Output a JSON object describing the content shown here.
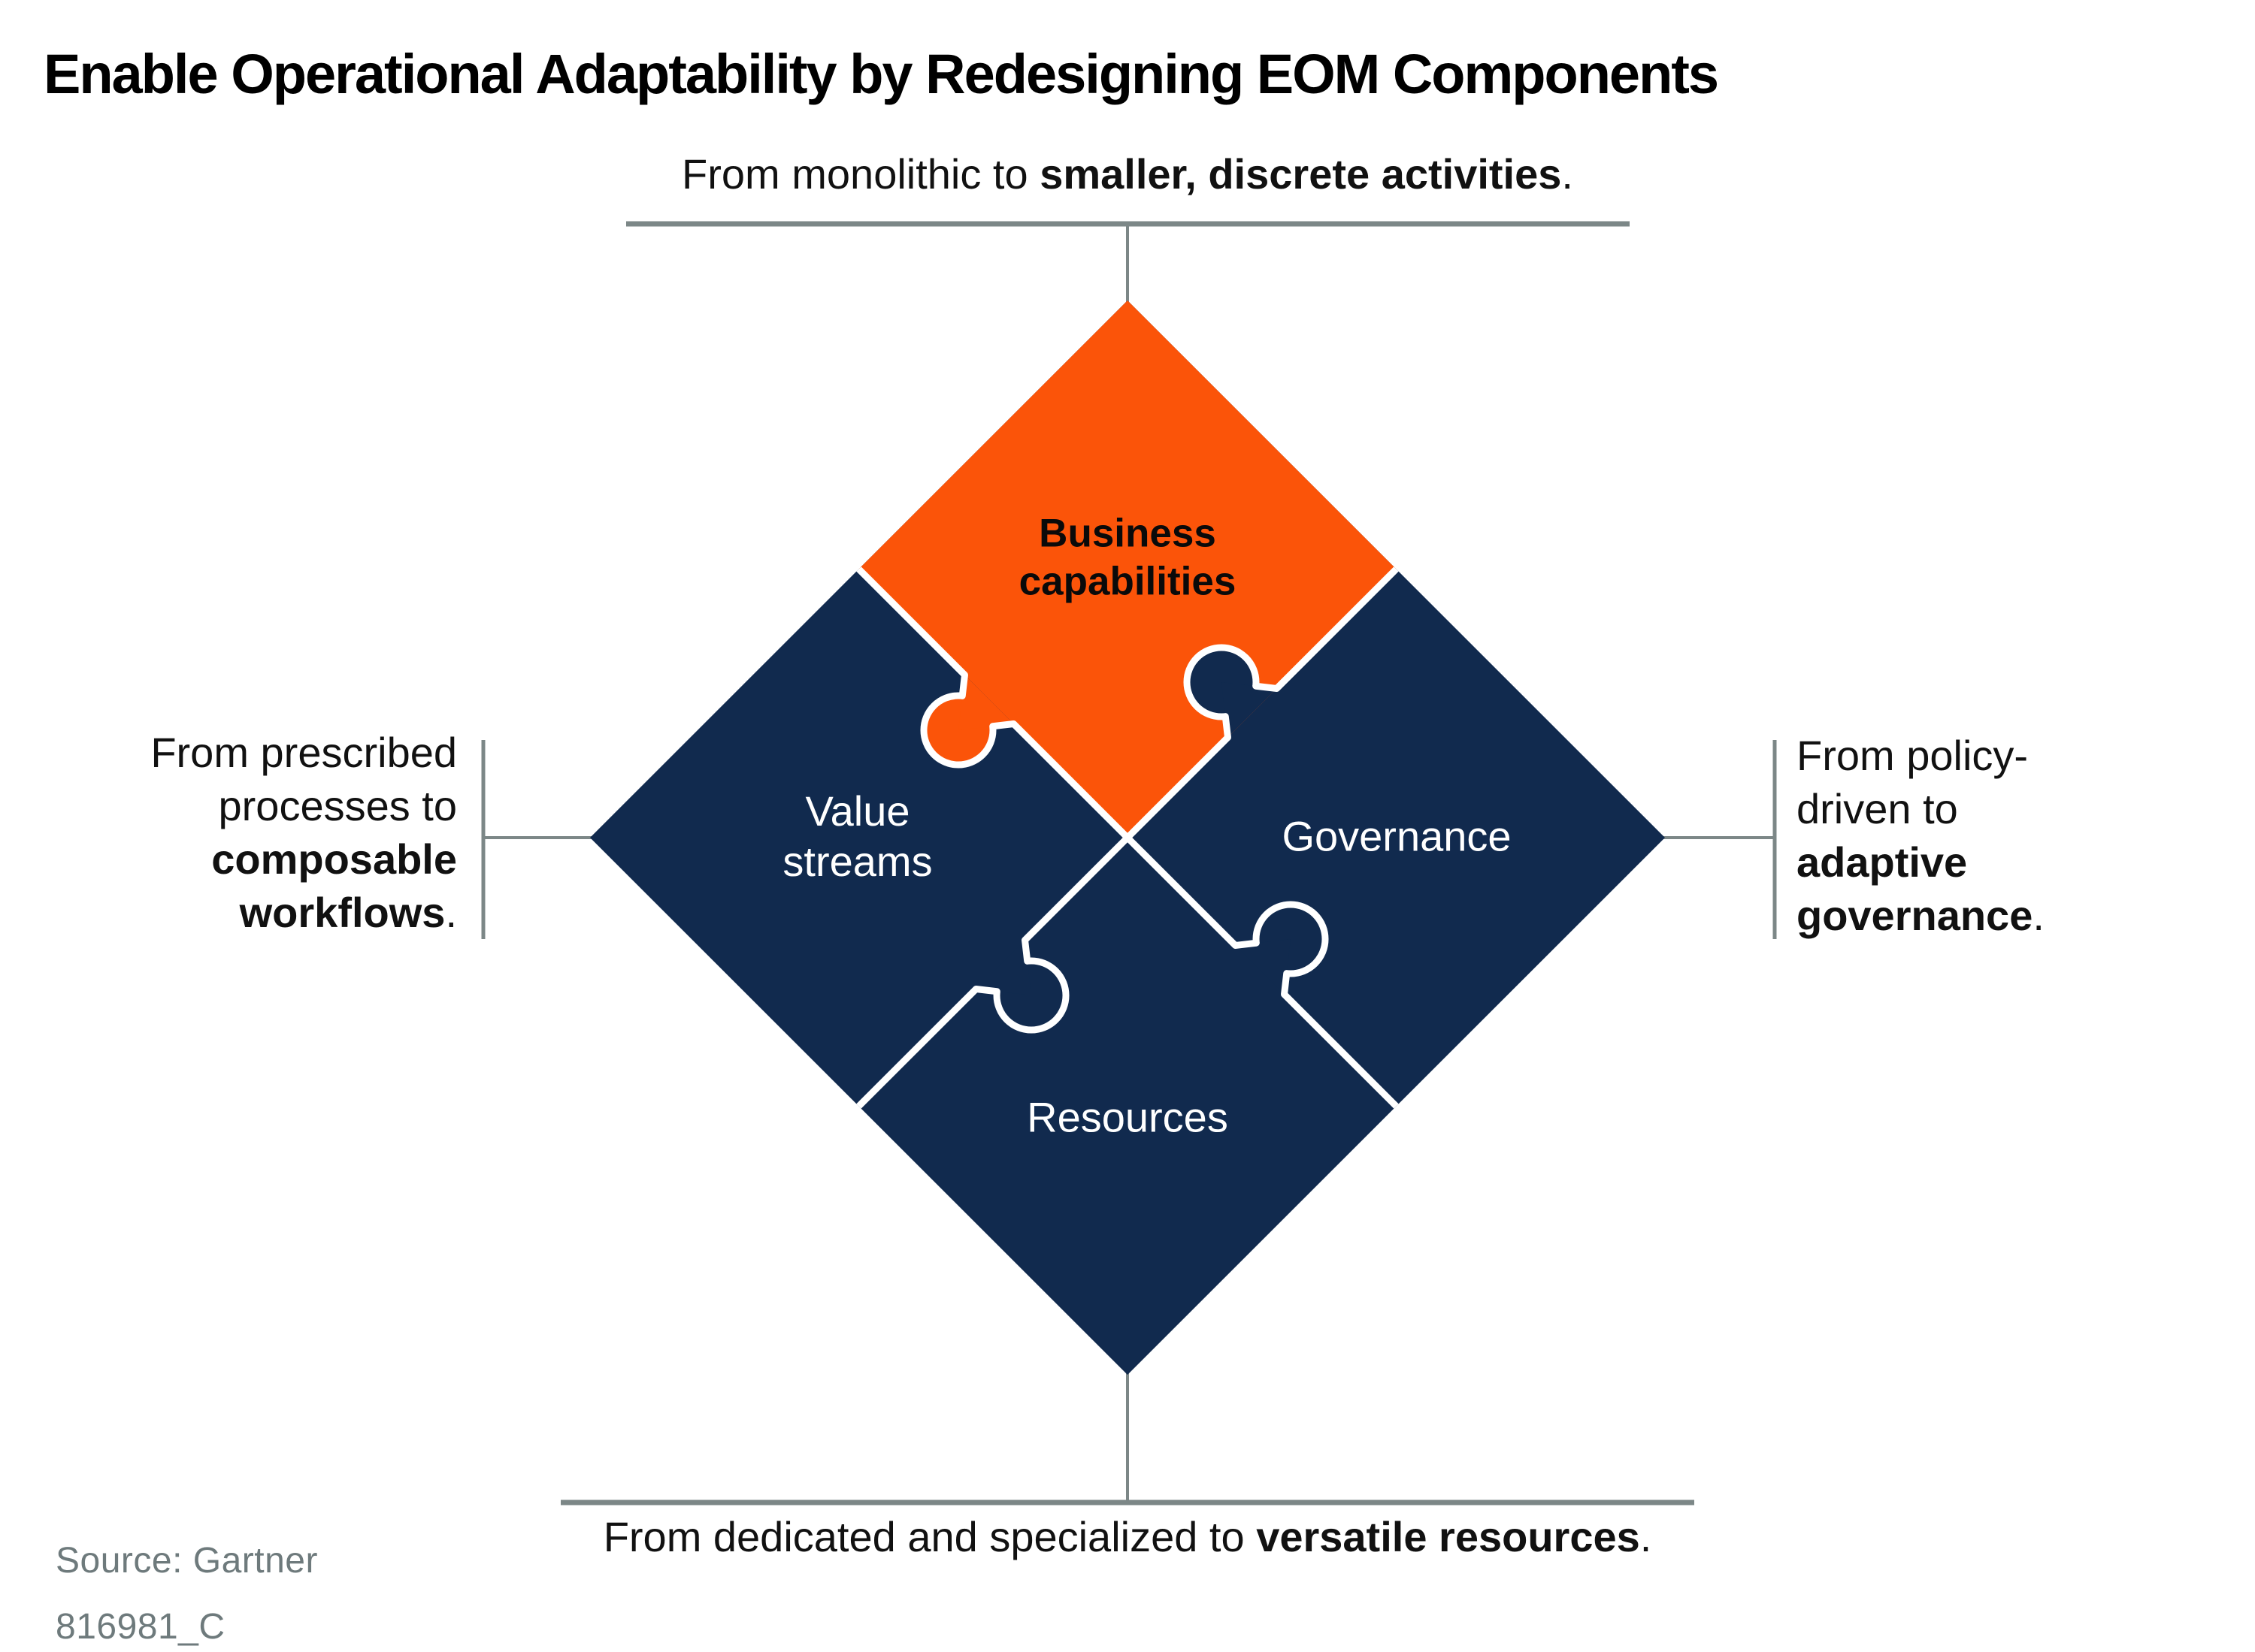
{
  "title": "Enable Operational Adaptability by Redesigning EOM Components",
  "captions": {
    "top": [
      {
        "t": "From monolithic to ",
        "b": false
      },
      {
        "t": "smaller, discrete activities",
        "b": true
      },
      {
        "t": ".",
        "b": false
      }
    ],
    "left": [
      {
        "t": "From prescribed processes to ",
        "b": false
      },
      {
        "t": "composable workflows",
        "b": true
      },
      {
        "t": ".",
        "b": false
      }
    ],
    "right": [
      {
        "t": "From policy-driven to ",
        "b": false
      },
      {
        "t": "adaptive governance",
        "b": true
      },
      {
        "t": ".",
        "b": false
      }
    ],
    "bottom": [
      {
        "t": "From dedicated and specialized to ",
        "b": false
      },
      {
        "t": "versatile resources",
        "b": true
      },
      {
        "t": ".",
        "b": false
      }
    ]
  },
  "pieces": {
    "top": {
      "label": "Business capabilities"
    },
    "left": {
      "label": "Value streams"
    },
    "right": {
      "label": "Governance"
    },
    "bottom": {
      "label": "Resources"
    }
  },
  "source": "Source: Gartner",
  "doc_id": "816981_C",
  "colors": {
    "navy": "#112A4E",
    "orange": "#FB5409",
    "cut_white": "#FFFFFF",
    "line_gray": "#7C8787",
    "source_gray": "#6E7A7C",
    "title_black": "#000000"
  }
}
